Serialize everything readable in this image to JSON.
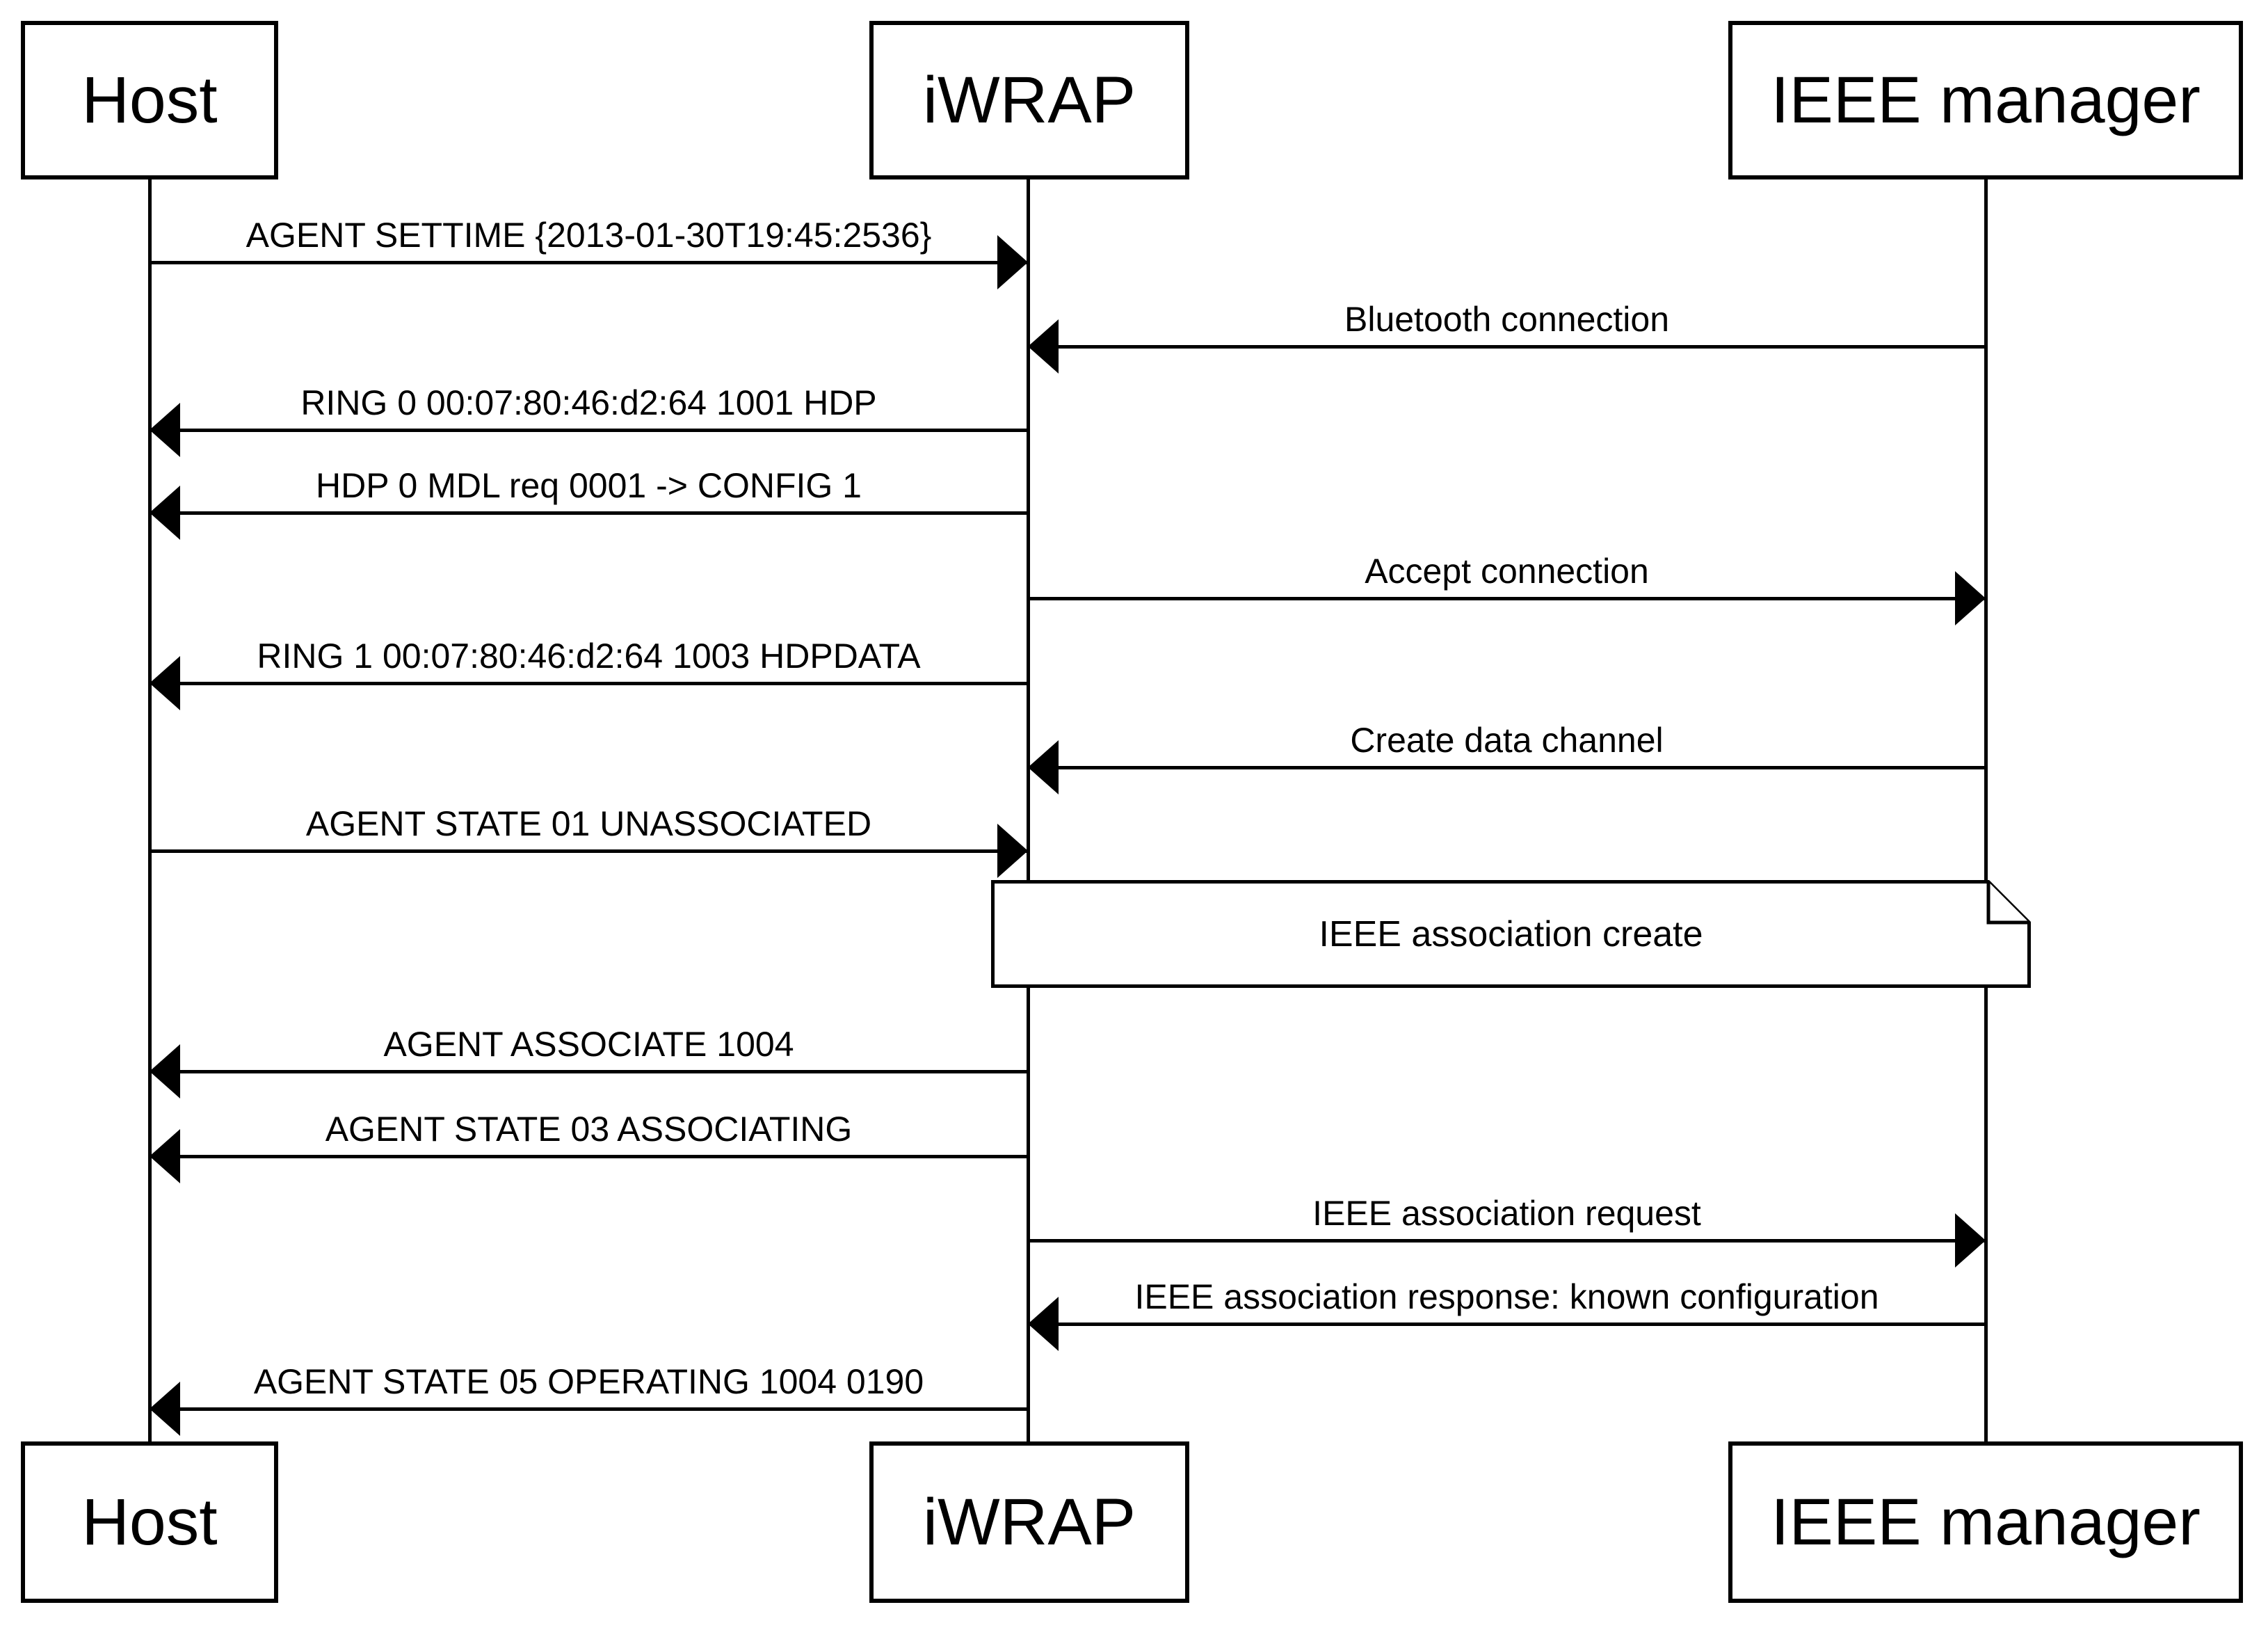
{
  "diagram": {
    "type": "sequence-diagram",
    "colors": {
      "line": "#000000",
      "background": "#ffffff",
      "text": "#000000"
    },
    "actors": [
      {
        "id": "host",
        "name": "Host"
      },
      {
        "id": "iwrap",
        "name": "iWRAP"
      },
      {
        "id": "ieee-manager",
        "name": "IEEE manager"
      }
    ],
    "messages": [
      {
        "from": "host",
        "to": "iwrap",
        "label": "AGENT SETTIME {2013-01-30T19:45:2536}"
      },
      {
        "from": "ieee-manager",
        "to": "iwrap",
        "label": "Bluetooth connection"
      },
      {
        "from": "iwrap",
        "to": "host",
        "label": "RING 0 00:07:80:46:d2:64 1001 HDP"
      },
      {
        "from": "iwrap",
        "to": "host",
        "label": "HDP 0 MDL req 0001 -> CONFIG 1"
      },
      {
        "from": "iwrap",
        "to": "ieee-manager",
        "label": "Accept connection"
      },
      {
        "from": "iwrap",
        "to": "host",
        "label": "RING 1 00:07:80:46:d2:64 1003 HDPDATA"
      },
      {
        "from": "ieee-manager",
        "to": "iwrap",
        "label": "Create data channel"
      },
      {
        "from": "host",
        "to": "iwrap",
        "label": "AGENT STATE 01 UNASSOCIATED"
      },
      {
        "from": "iwrap",
        "to": "host",
        "label": "AGENT ASSOCIATE 1004"
      },
      {
        "from": "iwrap",
        "to": "host",
        "label": "AGENT STATE 03 ASSOCIATING"
      },
      {
        "from": "iwrap",
        "to": "ieee-manager",
        "label": "IEEE association request"
      },
      {
        "from": "ieee-manager",
        "to": "iwrap",
        "label": "IEEE association response: known configuration"
      },
      {
        "from": "iwrap",
        "to": "host",
        "label": "AGENT STATE 05 OPERATING 1004 0190"
      }
    ],
    "note": {
      "between": [
        "iwrap",
        "ieee-manager"
      ],
      "label": "IEEE association create"
    }
  }
}
